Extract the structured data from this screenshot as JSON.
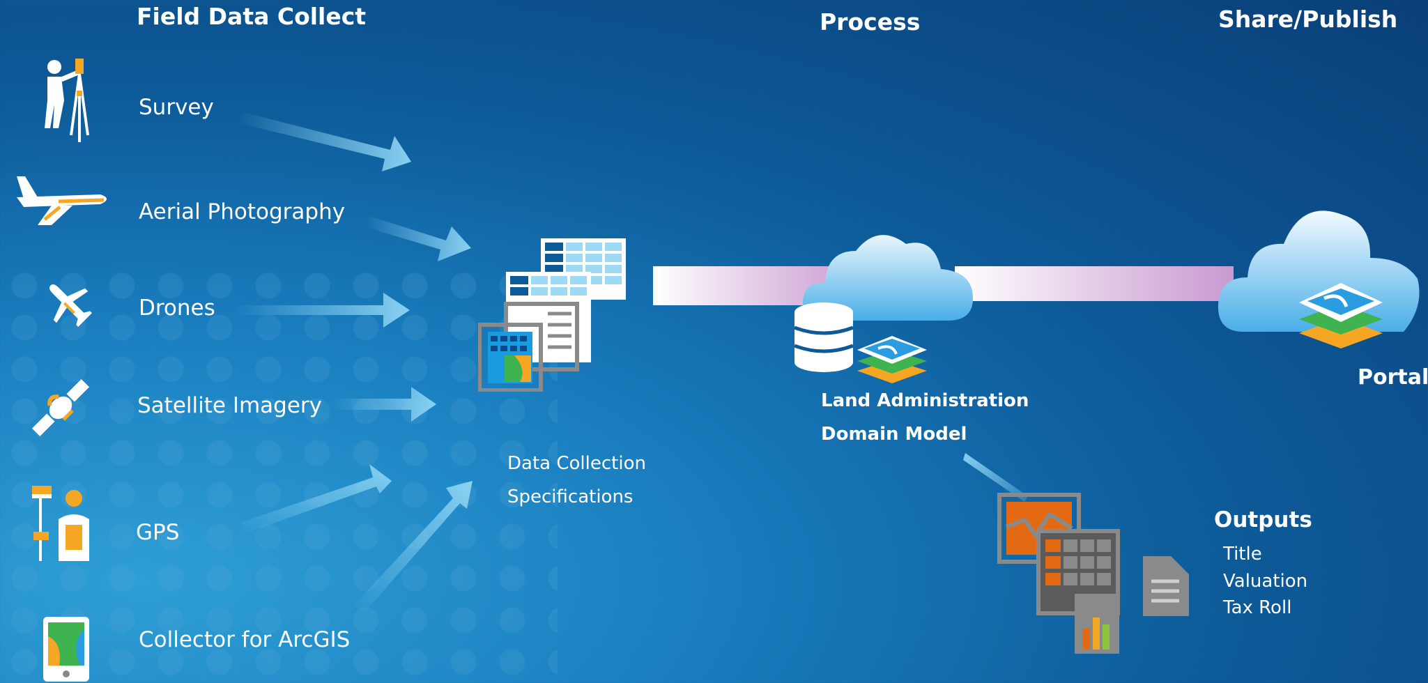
{
  "headings": {
    "field_data_collect": "Field Data Collect",
    "process": "Process",
    "share_publish": "Share/Publish"
  },
  "sources": [
    {
      "label": "Survey",
      "icon": "surveyor-icon"
    },
    {
      "label": "Aerial Photography",
      "icon": "airplane-icon"
    },
    {
      "label": "Drones",
      "icon": "drone-icon"
    },
    {
      "label": "Satellite Imagery",
      "icon": "satellite-icon"
    },
    {
      "label": "GPS",
      "icon": "gps-surveyor-icon"
    },
    {
      "label": "Collector for ArcGIS",
      "icon": "mobile-map-icon"
    }
  ],
  "data_collection": {
    "line1": "Data Collection",
    "line2": "Specifications"
  },
  "model": {
    "line1": "Land Administration",
    "line2": "Domain Model"
  },
  "portal": "Portal",
  "outputs": {
    "title": "Outputs",
    "items": [
      "Title",
      "Valuation",
      "Tax Roll"
    ]
  },
  "colors": {
    "arrow": "#8fd6f5",
    "accent_orange": "#f5a623",
    "bar_pink": "#c99ad0",
    "cloud": "#dff1fb"
  }
}
